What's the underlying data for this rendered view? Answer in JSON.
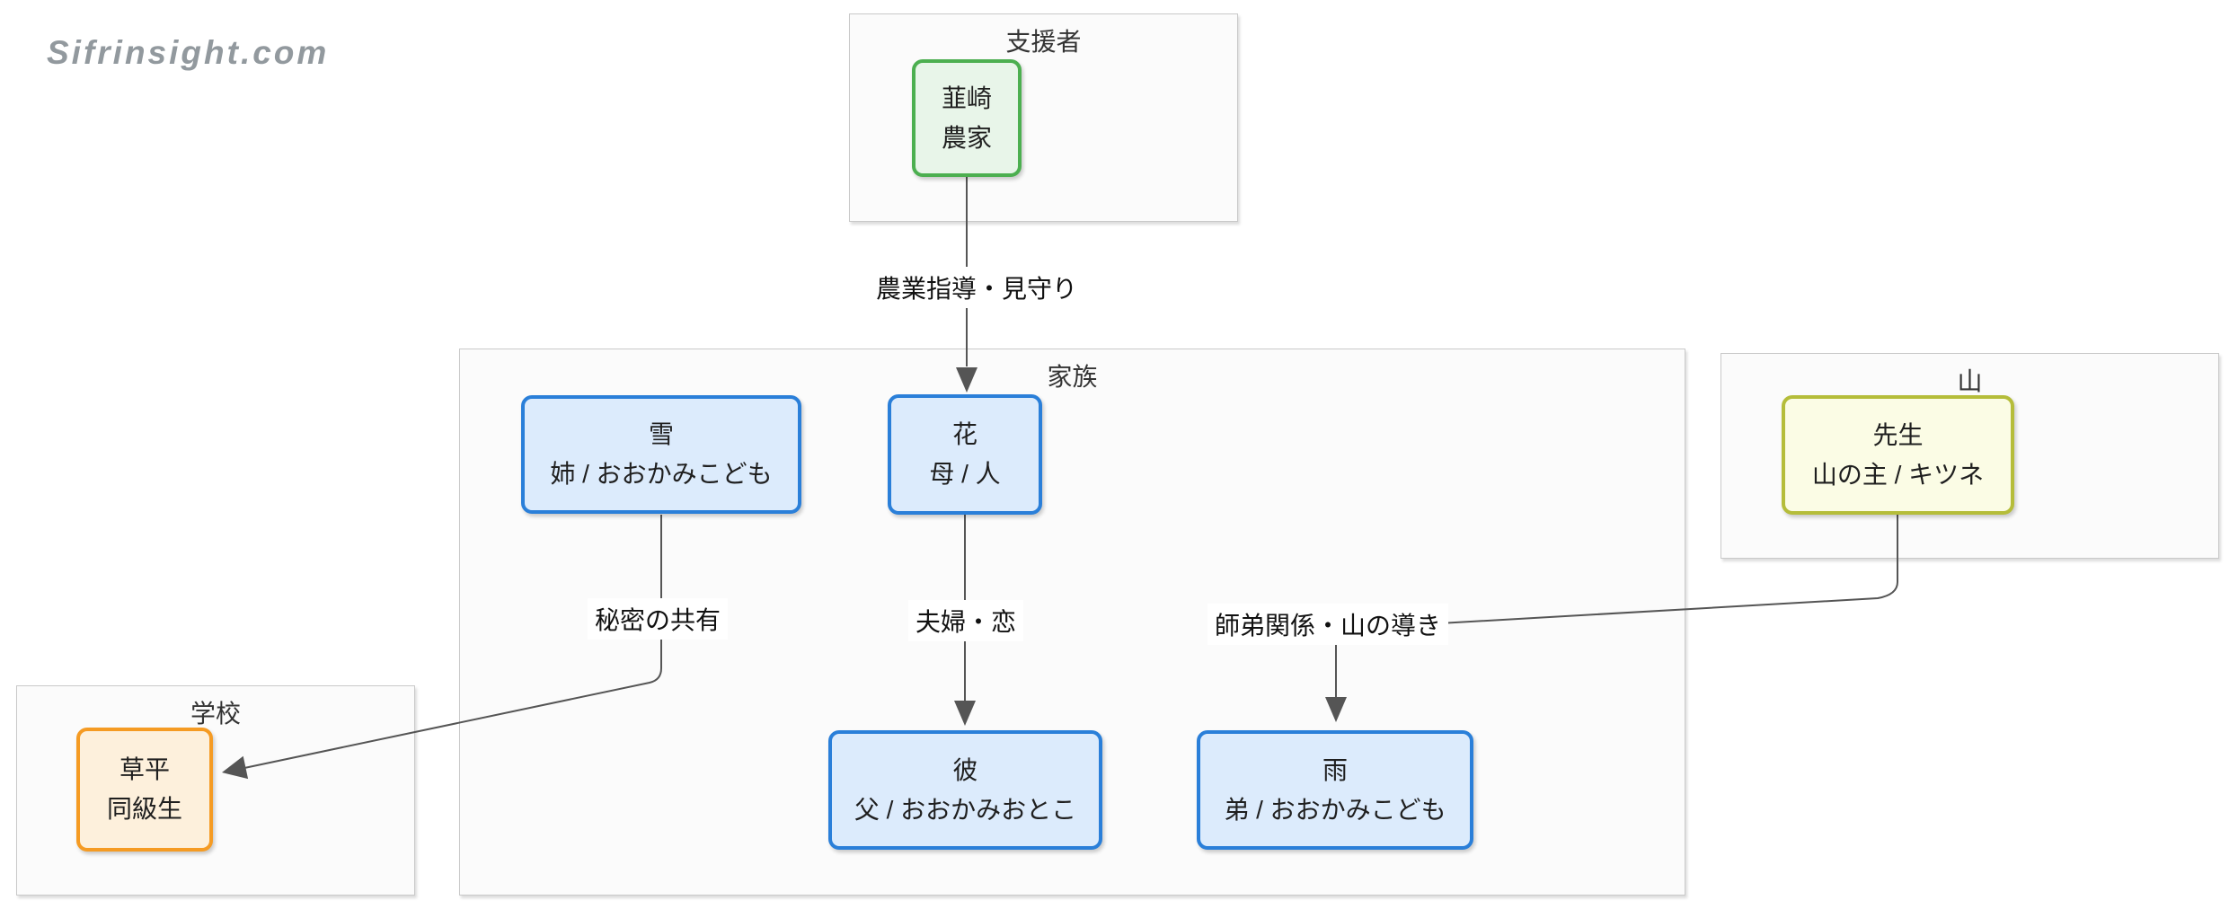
{
  "watermark": "Sifrinsight.com",
  "groups": {
    "supporters": {
      "label": "支援者"
    },
    "family": {
      "label": "家族"
    },
    "mountain": {
      "label": "山"
    },
    "school": {
      "label": "学校"
    }
  },
  "nodes": {
    "nirasaki": {
      "line1": "韮崎",
      "line2": "農家"
    },
    "yuki": {
      "line1": "雪",
      "line2": "姉 / おおかみこども"
    },
    "hana": {
      "line1": "花",
      "line2": "母 / 人"
    },
    "kare": {
      "line1": "彼",
      "line2": "父 / おおかみおとこ"
    },
    "ame": {
      "line1": "雨",
      "line2": "弟 / おおかみこども"
    },
    "sensei": {
      "line1": "先生",
      "line2": "山の主 / キツネ"
    },
    "souhei": {
      "line1": "草平",
      "line2": "同級生"
    }
  },
  "edges": {
    "farming": {
      "label": "農業指導・見守り"
    },
    "secret": {
      "label": "秘密の共有"
    },
    "couple": {
      "label": "夫婦・恋"
    },
    "mentor": {
      "label": "師弟関係・山の導き"
    }
  },
  "colors": {
    "node_text": "#1f1f1f",
    "edge_line": "#555555",
    "group_fill": "#fbfbfb",
    "group_border": "#c9c9c9",
    "group_label": "#333333",
    "blue_fill": "#dcebfc",
    "blue_border": "#2a7fd9",
    "green_fill": "#e8f5e9",
    "green_border": "#4caf50",
    "olive_fill": "#fbfce5",
    "olive_border": "#b5bd3a",
    "orange_fill": "#fdf0dc",
    "orange_border": "#f59b23",
    "watermark": "#92999e"
  }
}
